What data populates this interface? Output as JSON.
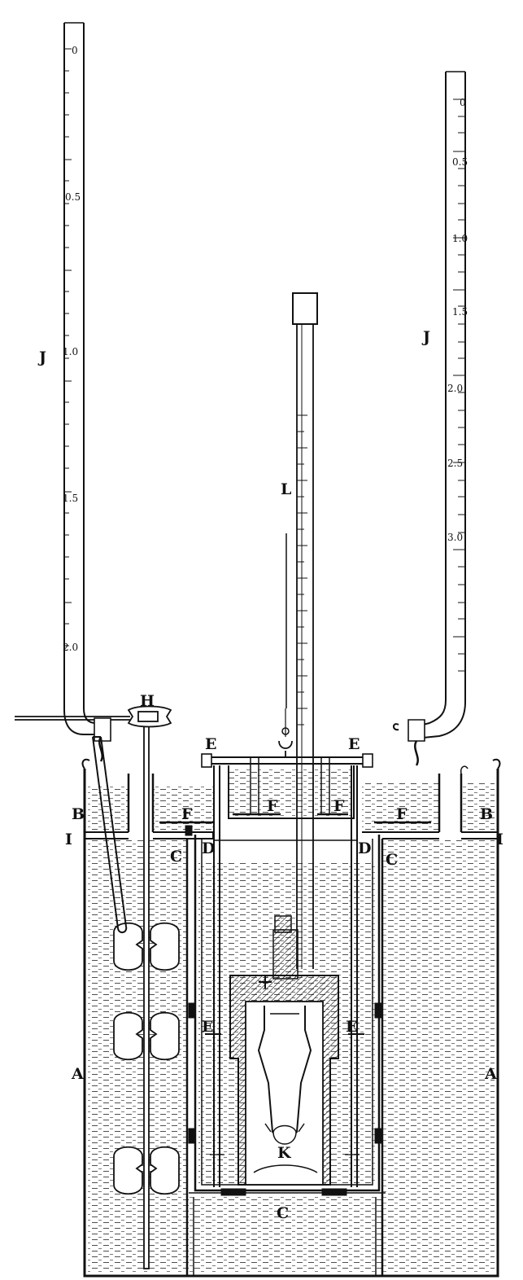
{
  "labels": {
    "a": "A",
    "b": "B",
    "c": "C",
    "d": "D",
    "e": "E",
    "f": "F",
    "h": "H",
    "i": "I",
    "j": "J",
    "k": "K",
    "l": "L"
  },
  "left_burette": {
    "ticks": [
      "0",
      "0.5",
      "1.0",
      "1.5",
      "2.0"
    ]
  },
  "right_burette": {
    "ticks": [
      "0",
      "0.5",
      "1.0",
      "1.5",
      "2.0",
      "2.5",
      "3.0"
    ]
  },
  "colors": {
    "ink": "#111111",
    "paper": "#ffffff"
  }
}
